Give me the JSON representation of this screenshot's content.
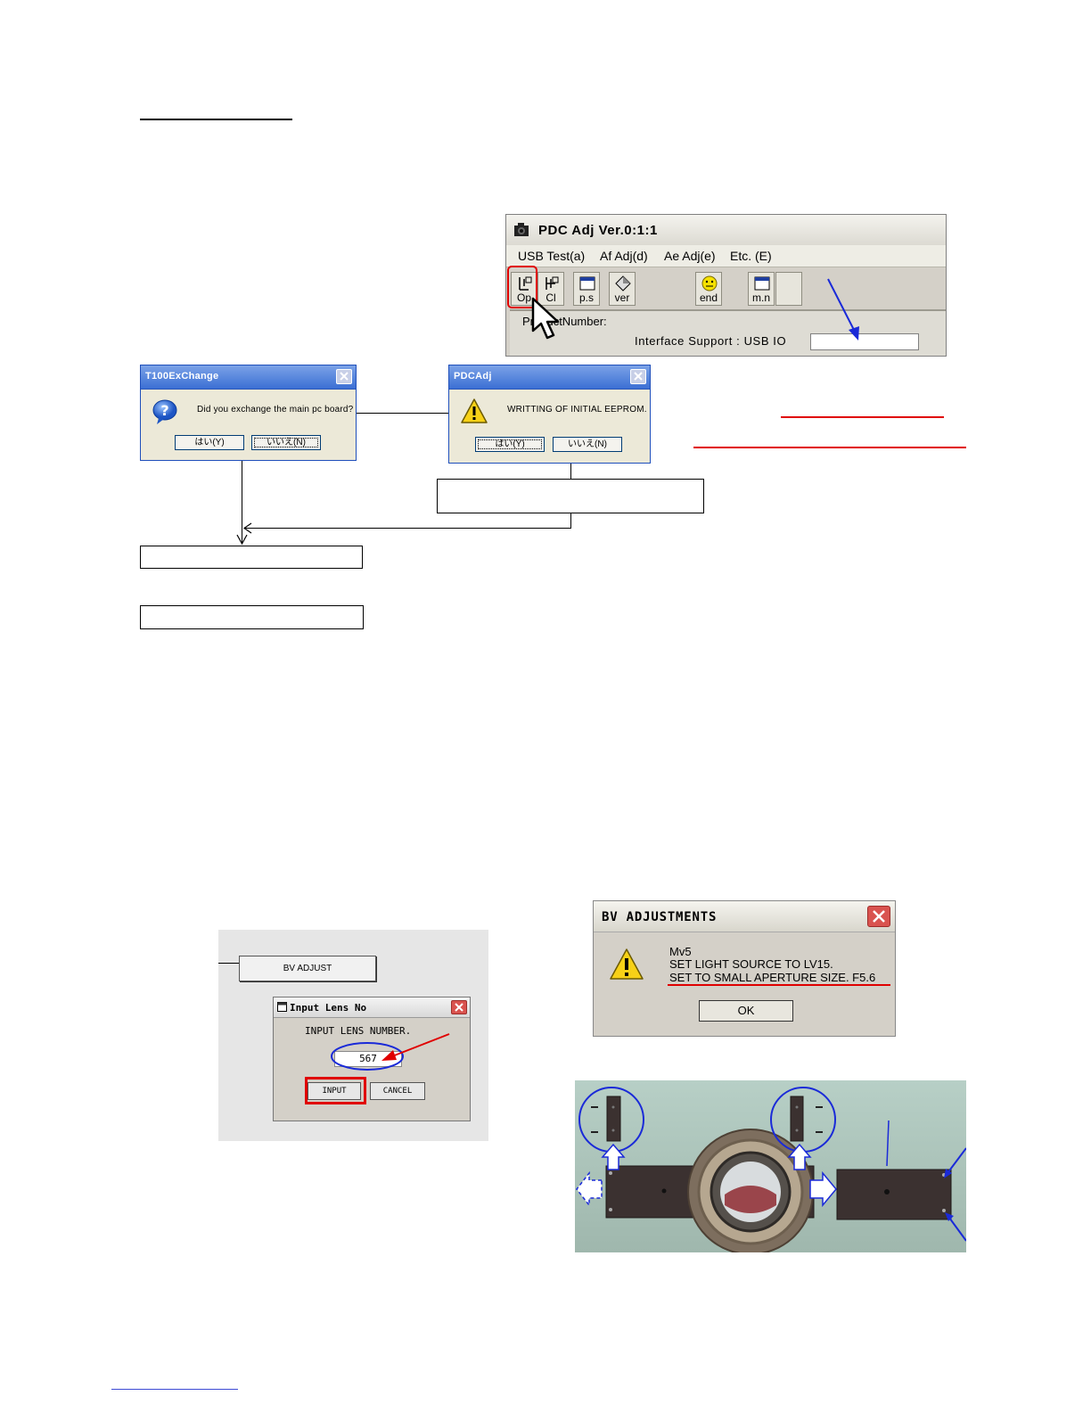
{
  "pdc_window": {
    "title": "PDC Adj Ver.0:1:1",
    "menu": [
      "USB Test(a)",
      "Af Adj(d)",
      "Ae Adj(e)",
      "Etc. (E)"
    ],
    "toolbar": [
      "Op",
      "Cl",
      "p.s",
      "ver",
      "end",
      "m.n"
    ],
    "product_label": "ProductNumber:",
    "interface_label": "Interface Support : USB IO",
    "interface_value": ""
  },
  "dialog_exchange": {
    "title": "T100ExChange",
    "message": "Did you exchange the main pc board?",
    "yes": "はい(Y)",
    "no": "いいえ(N)",
    "icon": "question-icon"
  },
  "dialog_eeprom": {
    "title": "PDCAdj",
    "message": "WRITTING OF INITIAL EEPROM.",
    "yes": "はい(Y)",
    "no": "いいえ(N)",
    "icon": "warning-icon"
  },
  "bv_adjust": {
    "button": "BV ADJUST"
  },
  "lens_dialog": {
    "title": "Input Lens No",
    "prompt": "INPUT LENS NUMBER.",
    "value": "567",
    "input": "INPUT",
    "cancel": "CANCEL"
  },
  "bv_dialog": {
    "title": "BV ADJUSTMENTS",
    "line1": "Mv5",
    "line2": "SET LIGHT SOURCE TO LV15.",
    "line3": "SET TO SMALL APERTURE SIZE. F5.6",
    "ok": "OK"
  },
  "colors": {
    "highlight_red": "#e00000",
    "arrow_blue": "#1a2ad8",
    "xp_blue": "#3b6fd4"
  }
}
